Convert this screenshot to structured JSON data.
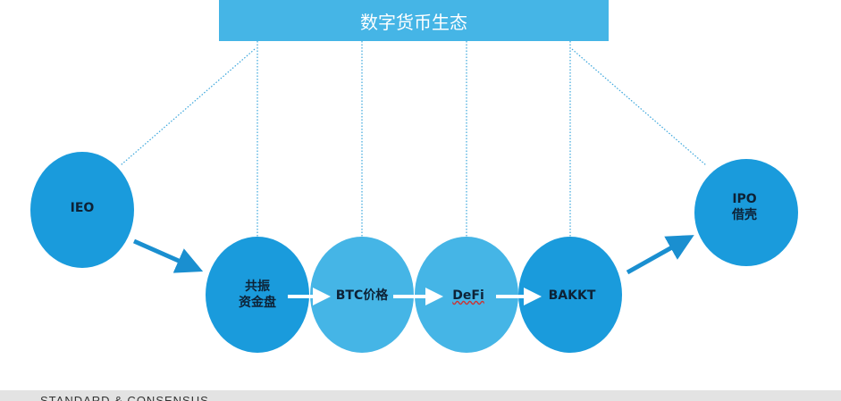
{
  "title": "数字货币生态",
  "nodes": [
    {
      "id": "ieo",
      "label": "IEO"
    },
    {
      "id": "resonance",
      "label": "共振\n资金盘"
    },
    {
      "id": "btc",
      "label": "BTC价格"
    },
    {
      "id": "defi",
      "label": "DeFi"
    },
    {
      "id": "bakkt",
      "label": "BAKKT"
    },
    {
      "id": "ipo",
      "label": "IPO\n借壳"
    }
  ],
  "footer": "STANDARD & CONSENSUS",
  "colors": {
    "dark": "#1a9bdc",
    "light": "#45b5e6",
    "banner": "#45b5e6"
  }
}
